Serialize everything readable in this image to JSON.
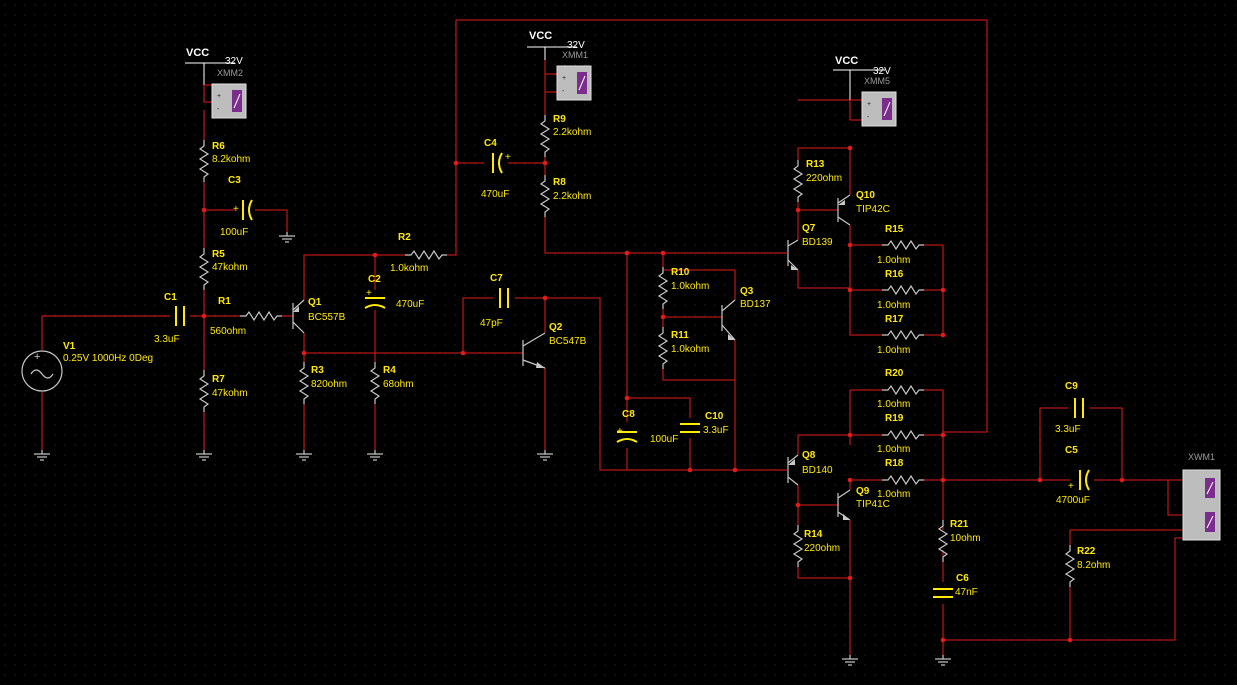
{
  "colors": {
    "background": "#000000",
    "wire": "#e41b1b",
    "component": "#c8c8c8",
    "label": "#ffea00",
    "meter": "#7b2d8e"
  },
  "supply": {
    "name": "VCC",
    "voltage": "32V"
  },
  "meters": {
    "xmm2": "XMM2",
    "xmm1": "XMM1",
    "xmm5": "XMM5",
    "xwm1": "XWM1"
  },
  "parts": {
    "V1": {
      "label": "V1",
      "value": "0.25V 1000Hz 0Deg"
    },
    "C1": {
      "label": "C1",
      "value": "3.3uF"
    },
    "C2": {
      "label": "C2",
      "value": "470uF"
    },
    "C3": {
      "label": "C3",
      "value": "100uF"
    },
    "C4": {
      "label": "C4",
      "value": "470uF"
    },
    "C5": {
      "label": "C5",
      "value": "4700uF"
    },
    "C6": {
      "label": "C6",
      "value": "47nF"
    },
    "C7": {
      "label": "C7",
      "value": "47pF"
    },
    "C8": {
      "label": "C8",
      "value": "100uF"
    },
    "C9": {
      "label": "C9",
      "value": "3.3uF"
    },
    "C10": {
      "label": "C10",
      "value": "3.3uF"
    },
    "R1": {
      "label": "R1",
      "value": "560ohm"
    },
    "R2": {
      "label": "R2",
      "value": "1.0kohm"
    },
    "R3": {
      "label": "R3",
      "value": "820ohm"
    },
    "R4": {
      "label": "R4",
      "value": "68ohm"
    },
    "R5": {
      "label": "R5",
      "value": "47kohm"
    },
    "R6": {
      "label": "R6",
      "value": "8.2kohm"
    },
    "R7": {
      "label": "R7",
      "value": "47kohm"
    },
    "R8": {
      "label": "R8",
      "value": "2.2kohm"
    },
    "R9": {
      "label": "R9",
      "value": "2.2kohm"
    },
    "R10": {
      "label": "R10",
      "value": "1.0kohm"
    },
    "R11": {
      "label": "R11",
      "value": "1.0kohm"
    },
    "R13": {
      "label": "R13",
      "value": "220ohm"
    },
    "R14": {
      "label": "R14",
      "value": "220ohm"
    },
    "R15": {
      "label": "R15",
      "value": "1.0ohm"
    },
    "R16": {
      "label": "R16",
      "value": "1.0ohm"
    },
    "R17": {
      "label": "R17",
      "value": "1.0ohm"
    },
    "R18": {
      "label": "R18",
      "value": "1.0ohm"
    },
    "R19": {
      "label": "R19",
      "value": "1.0ohm"
    },
    "R20": {
      "label": "R20",
      "value": "1.0ohm"
    },
    "R21": {
      "label": "R21",
      "value": "10ohm"
    },
    "R22": {
      "label": "R22",
      "value": "8.2ohm"
    },
    "Q1": {
      "label": "Q1",
      "value": "BC557B"
    },
    "Q2": {
      "label": "Q2",
      "value": "BC547B"
    },
    "Q3": {
      "label": "Q3",
      "value": "BD137"
    },
    "Q7": {
      "label": "Q7",
      "value": "BD139"
    },
    "Q8": {
      "label": "Q8",
      "value": "BD140"
    },
    "Q9": {
      "label": "Q9",
      "value": "TIP41C"
    },
    "Q10": {
      "label": "Q10",
      "value": "TIP42C"
    }
  }
}
